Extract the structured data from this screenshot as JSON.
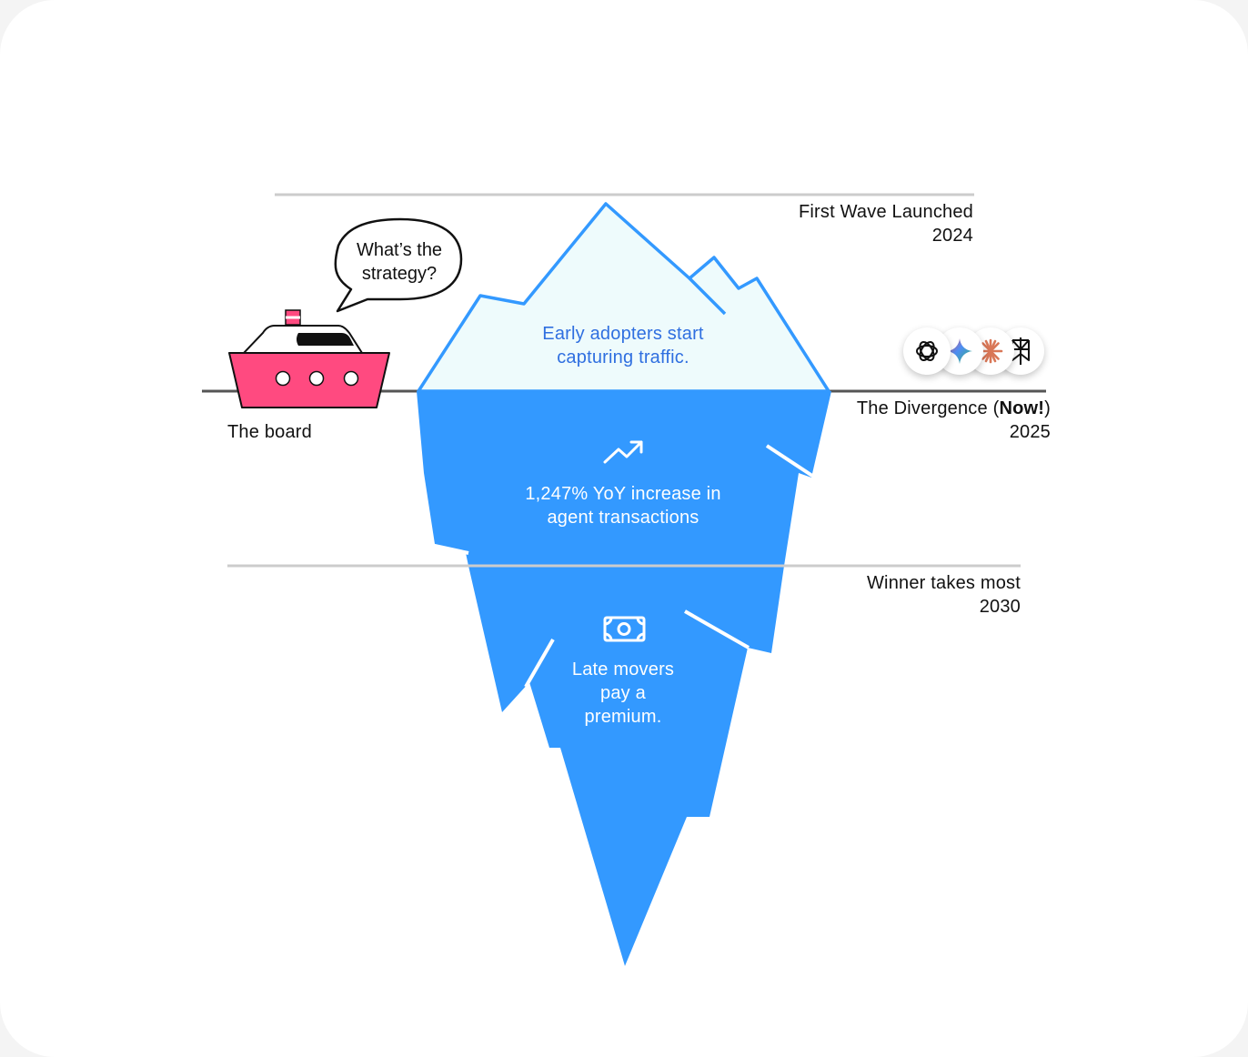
{
  "stages": {
    "first_wave": {
      "title": "First Wave Launched",
      "year": "2024"
    },
    "divergence": {
      "title_pre": "The Divergence (",
      "title_bold": "Now!",
      "title_post": ")",
      "year": "2025"
    },
    "winner": {
      "title": "Winner takes most",
      "year": "2030"
    }
  },
  "boat": {
    "label": "The board",
    "speech": "What’s the strategy?"
  },
  "iceberg": {
    "tip_text": "Early adopters start capturing traffic.",
    "middle_text": "1,247% YoY increase in agent transactions",
    "bottom_text": "Late movers pay a premium."
  },
  "icons": {
    "middle": "trending-up-icon",
    "bottom": "banknote-icon",
    "logos": [
      "openai-logo",
      "gemini-logo",
      "claude-logo",
      "perplexity-logo"
    ]
  },
  "colors": {
    "ice_blue": "#3399ff",
    "tip_fill": "#eefbfc",
    "boat_pink": "#ff4a80",
    "line_gray": "#cccccc",
    "waterline": "#555555"
  }
}
